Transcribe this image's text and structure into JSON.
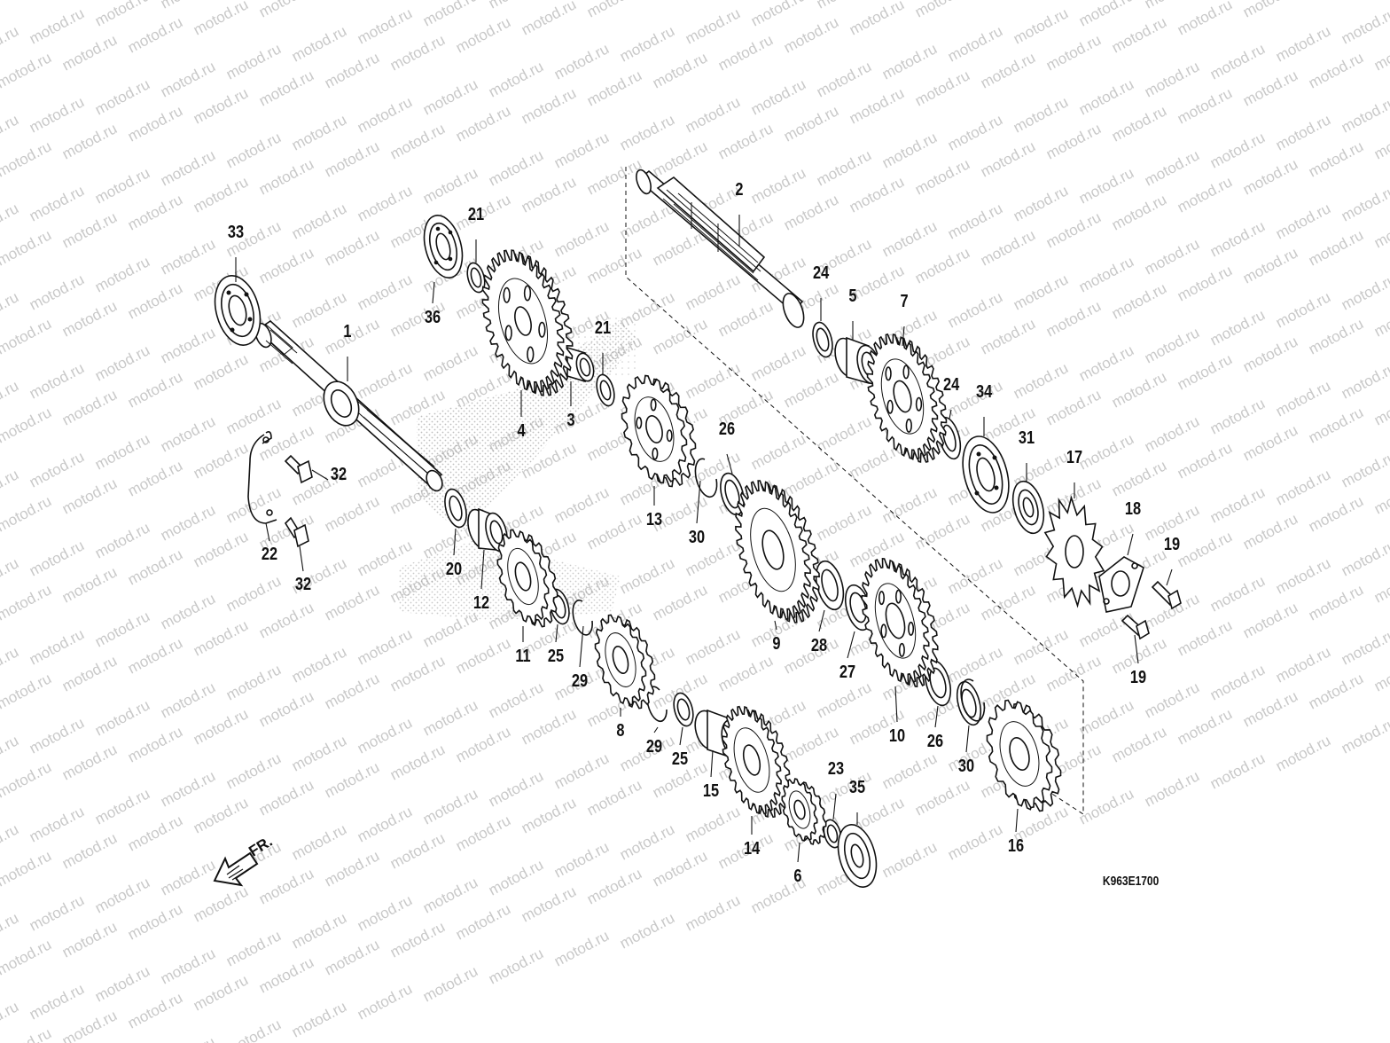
{
  "watermark": "motod.ru",
  "diagram_code": "K963E1700",
  "front_marker": "FR.",
  "callouts": [
    {
      "id": "33",
      "text": "33"
    },
    {
      "id": "1",
      "text": "1"
    },
    {
      "id": "36",
      "text": "36"
    },
    {
      "id": "21a",
      "text": "21"
    },
    {
      "id": "4",
      "text": "4"
    },
    {
      "id": "21b",
      "text": "21"
    },
    {
      "id": "3",
      "text": "3"
    },
    {
      "id": "2",
      "text": "2"
    },
    {
      "id": "24a",
      "text": "24"
    },
    {
      "id": "5",
      "text": "5"
    },
    {
      "id": "7",
      "text": "7"
    },
    {
      "id": "24b",
      "text": "24"
    },
    {
      "id": "34",
      "text": "34"
    },
    {
      "id": "31",
      "text": "31"
    },
    {
      "id": "17",
      "text": "17"
    },
    {
      "id": "18",
      "text": "18"
    },
    {
      "id": "19a",
      "text": "19"
    },
    {
      "id": "19b",
      "text": "19"
    },
    {
      "id": "32a",
      "text": "32"
    },
    {
      "id": "22",
      "text": "22"
    },
    {
      "id": "32b",
      "text": "32"
    },
    {
      "id": "20",
      "text": "20"
    },
    {
      "id": "12",
      "text": "12"
    },
    {
      "id": "13",
      "text": "13"
    },
    {
      "id": "26a",
      "text": "26"
    },
    {
      "id": "30a",
      "text": "30"
    },
    {
      "id": "11",
      "text": "11"
    },
    {
      "id": "25a",
      "text": "25"
    },
    {
      "id": "29a",
      "text": "29"
    },
    {
      "id": "9",
      "text": "9"
    },
    {
      "id": "28",
      "text": "28"
    },
    {
      "id": "27",
      "text": "27"
    },
    {
      "id": "8",
      "text": "8"
    },
    {
      "id": "29b",
      "text": "29"
    },
    {
      "id": "25b",
      "text": "25"
    },
    {
      "id": "15",
      "text": "15"
    },
    {
      "id": "10",
      "text": "10"
    },
    {
      "id": "26b",
      "text": "26"
    },
    {
      "id": "30b",
      "text": "30"
    },
    {
      "id": "14",
      "text": "14"
    },
    {
      "id": "6",
      "text": "6"
    },
    {
      "id": "23",
      "text": "23"
    },
    {
      "id": "35",
      "text": "35"
    },
    {
      "id": "16",
      "text": "16"
    }
  ]
}
